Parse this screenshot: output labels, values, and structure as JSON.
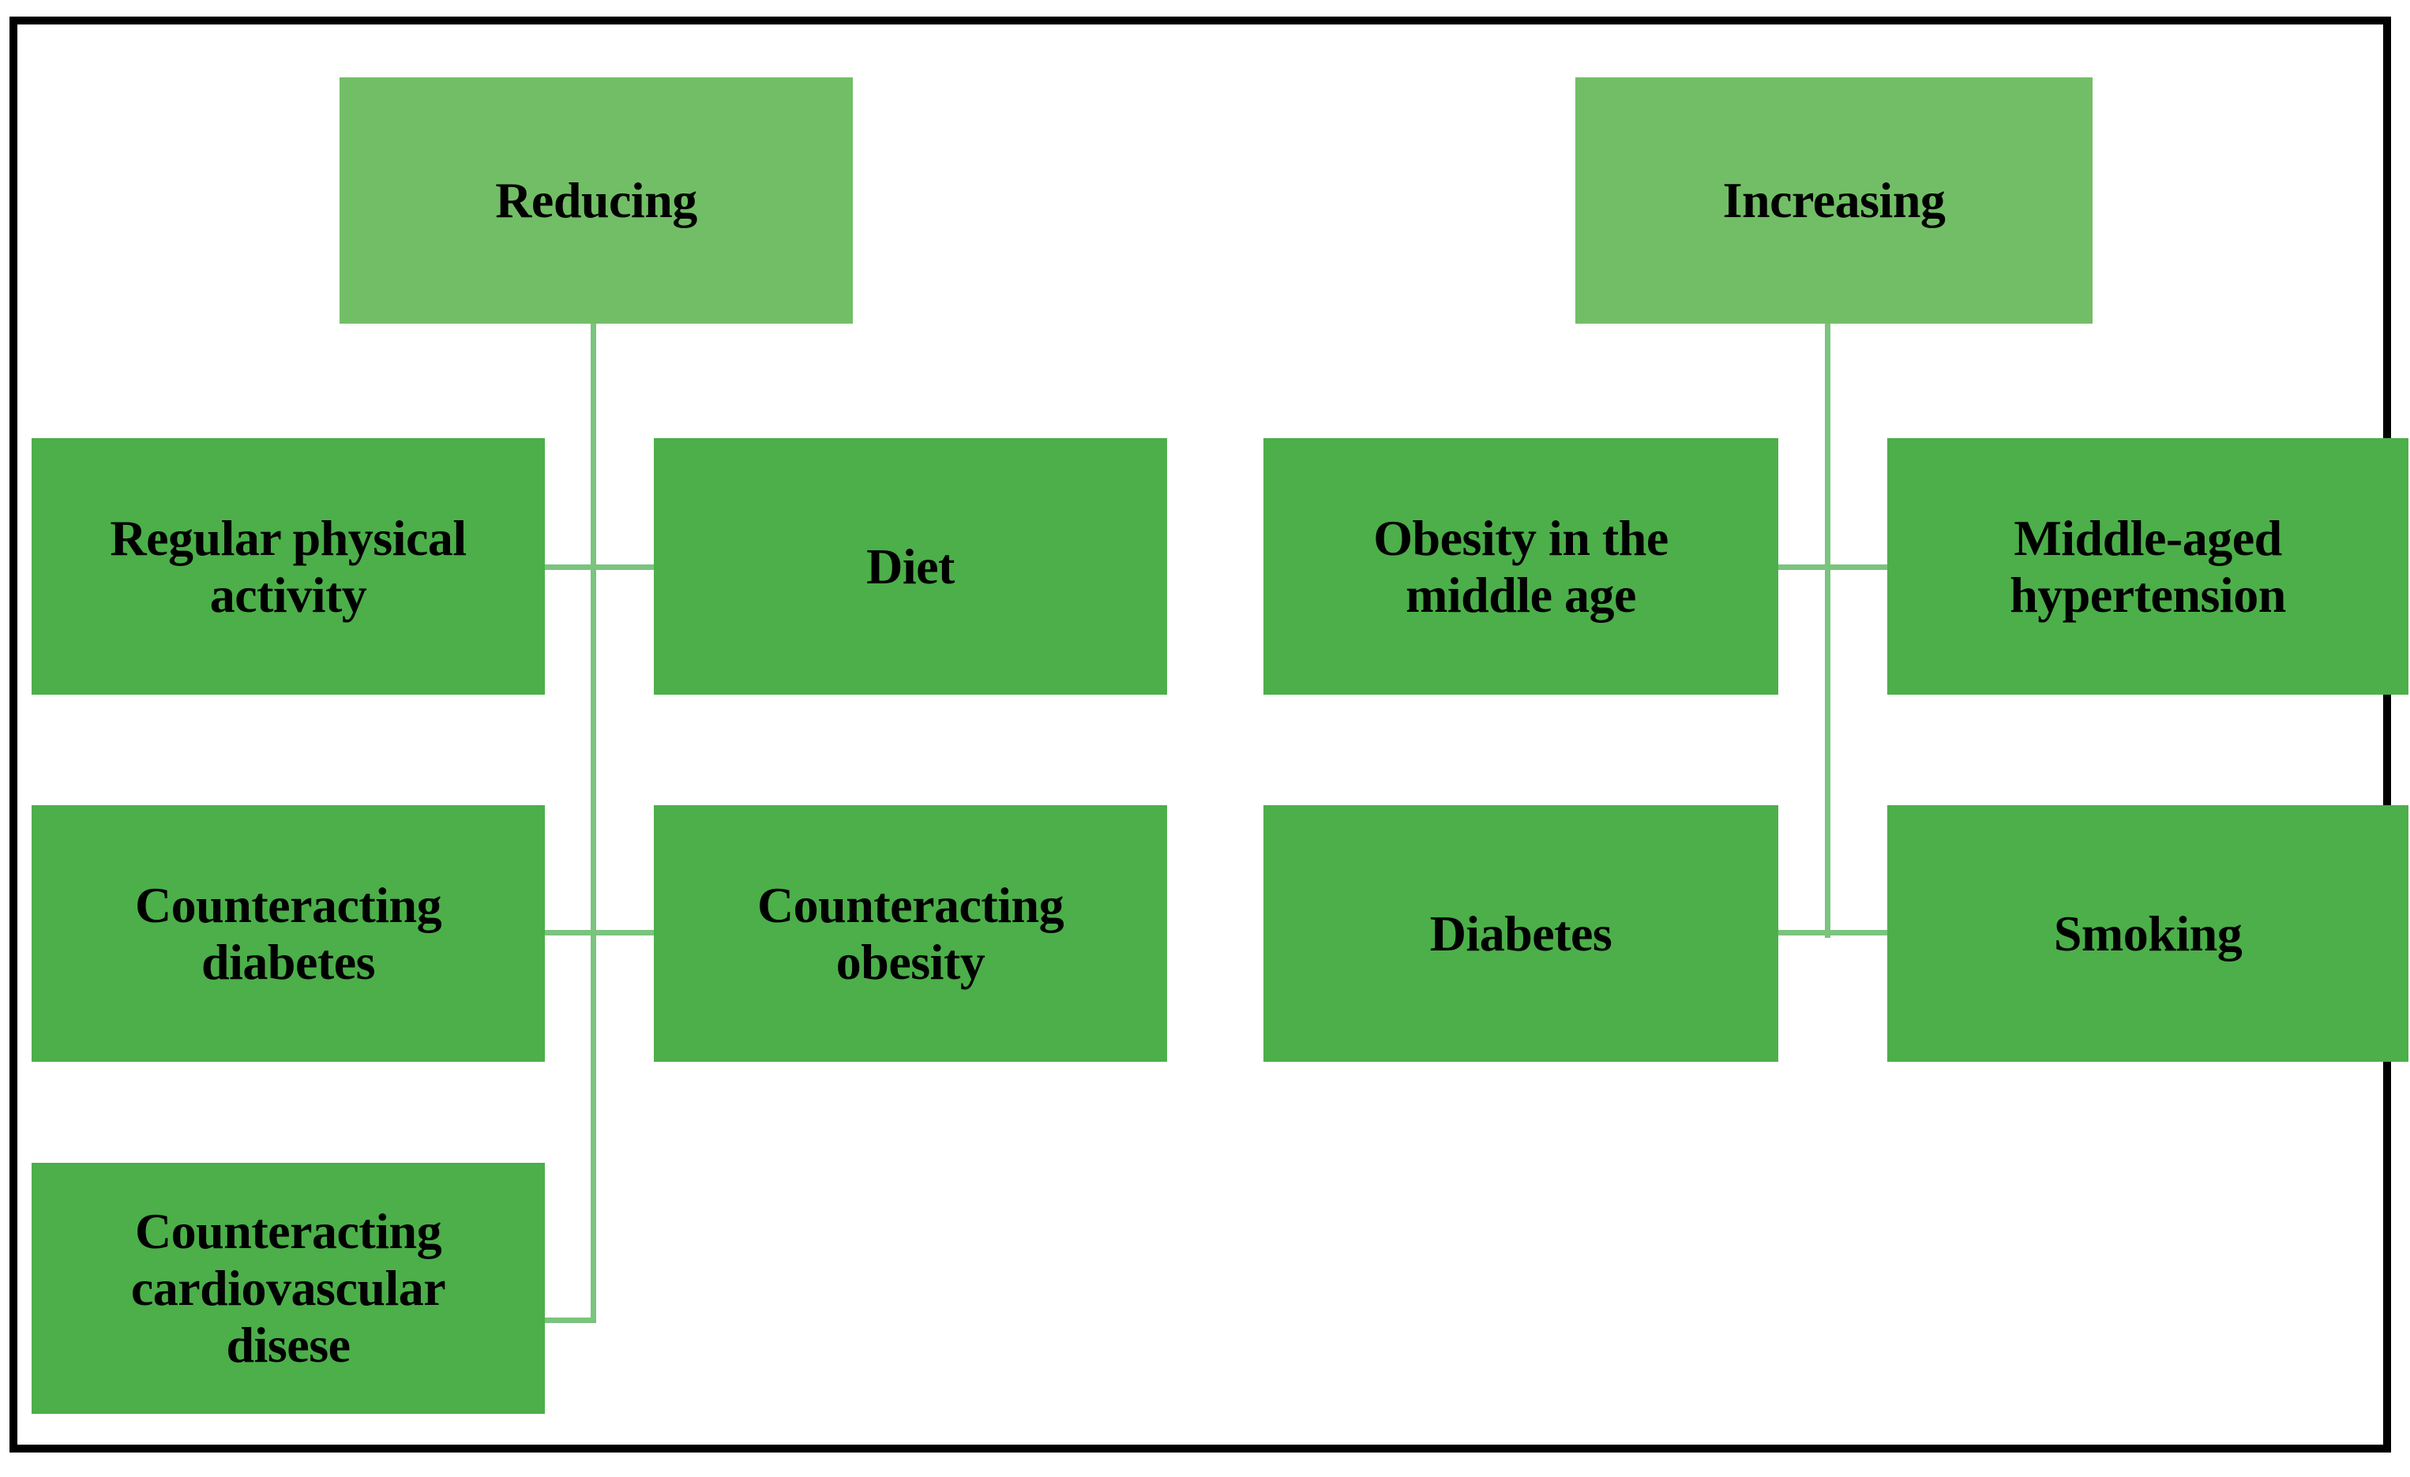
{
  "diagram": {
    "type": "flow-chart",
    "title_present": false,
    "colors": {
      "frame_border": "#000000",
      "header_box_fill": "#72BE66",
      "leaf_box_fill": "#4CAF4A",
      "connector_line": "#7AC47E",
      "text": "#000000",
      "background": "#FFFFFF"
    },
    "branches": [
      {
        "id": "reducing",
        "header": "Reducing",
        "children": [
          "Regular physical\nactivity",
          "Diet",
          "Counteracting\ndiabetes",
          "Counteracting\nobesity",
          "Counteracting\ncardiovascular\ndisese"
        ]
      },
      {
        "id": "increasing",
        "header": "Increasing",
        "children": [
          "Obesity in the\nmiddle age",
          "Middle-aged\nhypertension",
          "Diabetes",
          "Smoking"
        ]
      }
    ],
    "nodes": {
      "reducing": "Reducing",
      "increasing": "Increasing",
      "regular_physical_activity": "Regular physical\nactivity",
      "diet": "Diet",
      "counteracting_diabetes": "Counteracting\ndiabetes",
      "counteracting_obesity": "Counteracting\nobesity",
      "counteracting_cardiovascular_disese": "Counteracting\ncardiovascular\ndisese",
      "obesity_in_the_middle_age": "Obesity in the\nmiddle age",
      "middle_aged_hypertension": "Middle-aged\nhypertension",
      "diabetes": "Diabetes",
      "smoking": "Smoking"
    }
  }
}
